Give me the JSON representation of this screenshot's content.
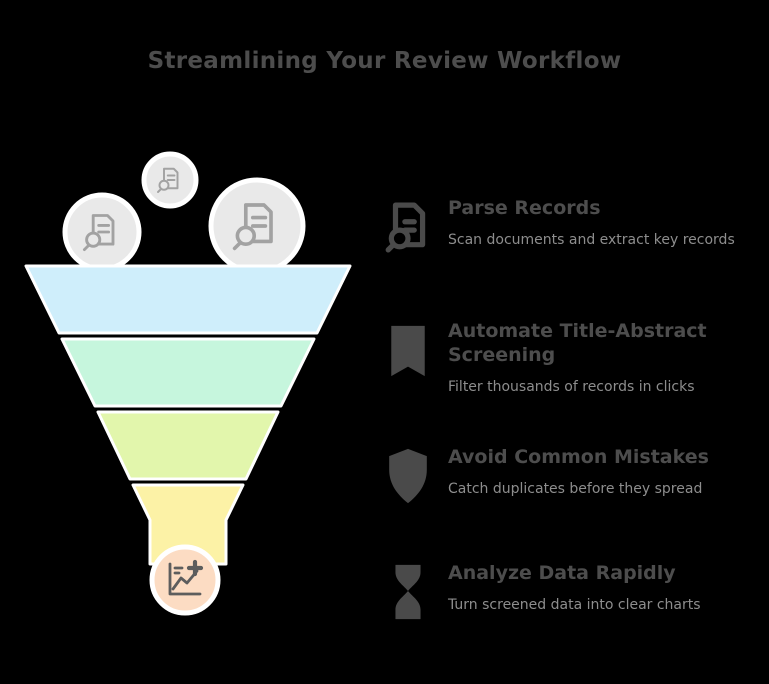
{
  "title": "Streamlining Your Review Workflow",
  "funnel": {
    "stages": [
      {
        "label": "stage-1",
        "color": "#cfeefb"
      },
      {
        "label": "stage-2",
        "color": "#c6f6dd"
      },
      {
        "label": "stage-3",
        "color": "#e2f6ac"
      },
      {
        "label": "stage-4",
        "color": "#fcf2a6"
      }
    ],
    "outlet_color": "#fcdcc3",
    "bubble_color": "#e9e9e9",
    "bubble_icon": "document-search-icon",
    "outlet_icon": "chart-plus-icon"
  },
  "steps": [
    {
      "icon": "document-scan-icon",
      "heading": "Parse Records",
      "description": "Scan documents and extract key records"
    },
    {
      "icon": "book-icon",
      "heading": "Automate Title-Abstract Screening",
      "description": "Filter thousands of records in clicks"
    },
    {
      "icon": "shield-icon",
      "heading": "Avoid Common Mistakes",
      "description": "Catch duplicates before they spread"
    },
    {
      "icon": "hourglass-icon",
      "heading": "Analyze Data Rapidly",
      "description": "Turn screened data into clear charts"
    }
  ]
}
